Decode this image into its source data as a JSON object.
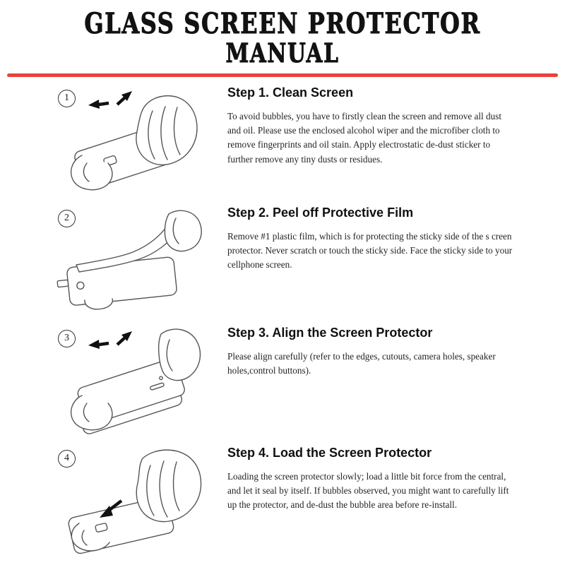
{
  "page": {
    "title_line1": "GLASS SCREEN PROTECTOR",
    "title_line2": "MANUAL",
    "divider_color": "#e8423c"
  },
  "icons": {
    "step1": "hand-wiping-phone-with-motion-arrows",
    "step2": "hand-peeling-film-off-phone",
    "step3": "hand-aligning-protector-with-motion-arrows",
    "step4": "hand-pressing-protector-with-arrow"
  },
  "steps": [
    {
      "number": "1",
      "heading": "Step 1. Clean Screen",
      "body": "To avoid bubbles, you have to firstly clean the screen and remove all dust and oil. Please use the enclosed alcohol wiper and the microfiber cloth to remove fingerprints and oil stain. Apply electrostatic de-dust sticker to further remove any tiny dusts or residues."
    },
    {
      "number": "2",
      "heading": "Step 2. Peel off Protective Film",
      "body": "Remove #1 plastic film, which is for protecting the sticky side of the s creen protector. Never scratch or touch the sticky side. Face the sticky side to your cellphone screen."
    },
    {
      "number": "3",
      "heading": "Step 3. Align the Screen Protector",
      "body": "Please align carefully (refer to the edges, cutouts, camera holes, speaker holes,control buttons)."
    },
    {
      "number": "4",
      "heading": "Step 4. Load the Screen Protector",
      "body": "Loading the screen protector slowly; load a little bit force from the central, and let it seal by itself. If bubbles observed, you might want to carefully lift up the protector, and de-dust the bubble area before re-install."
    }
  ]
}
